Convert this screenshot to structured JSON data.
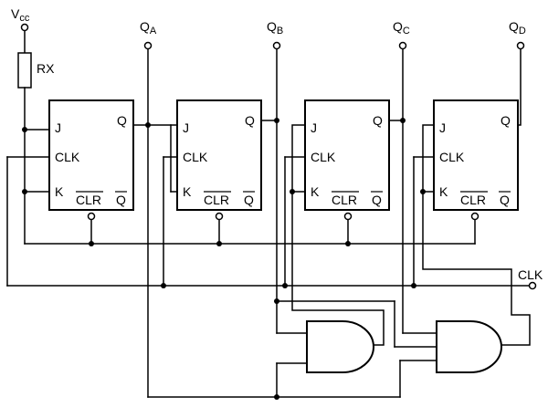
{
  "supply": {
    "symbol": "V",
    "subscript": "cc"
  },
  "resistor": {
    "label": "RX"
  },
  "flip_flops": [
    {
      "id": "A",
      "pins": {
        "j": "J",
        "clk": "CLK",
        "k": "K",
        "q": "Q",
        "clr": "CLR",
        "qbar": "Q"
      },
      "output": {
        "symbol": "Q",
        "subscript": "A"
      }
    },
    {
      "id": "B",
      "pins": {
        "j": "J",
        "clk": "CLK",
        "k": "K",
        "q": "Q",
        "clr": "CLR",
        "qbar": "Q"
      },
      "output": {
        "symbol": "Q",
        "subscript": "B"
      }
    },
    {
      "id": "C",
      "pins": {
        "j": "J",
        "clk": "CLK",
        "k": "K",
        "q": "Q",
        "clr": "CLR",
        "qbar": "Q"
      },
      "output": {
        "symbol": "Q",
        "subscript": "C"
      }
    },
    {
      "id": "D",
      "pins": {
        "j": "J",
        "clk": "CLK",
        "k": "K",
        "q": "Q",
        "clr": "CLR",
        "qbar": "Q"
      },
      "output": {
        "symbol": "Q",
        "subscript": "D"
      }
    }
  ],
  "clock": {
    "label": "CLK"
  },
  "gates": [
    {
      "id": "and-1",
      "type": "AND"
    },
    {
      "id": "and-2",
      "type": "AND"
    }
  ]
}
